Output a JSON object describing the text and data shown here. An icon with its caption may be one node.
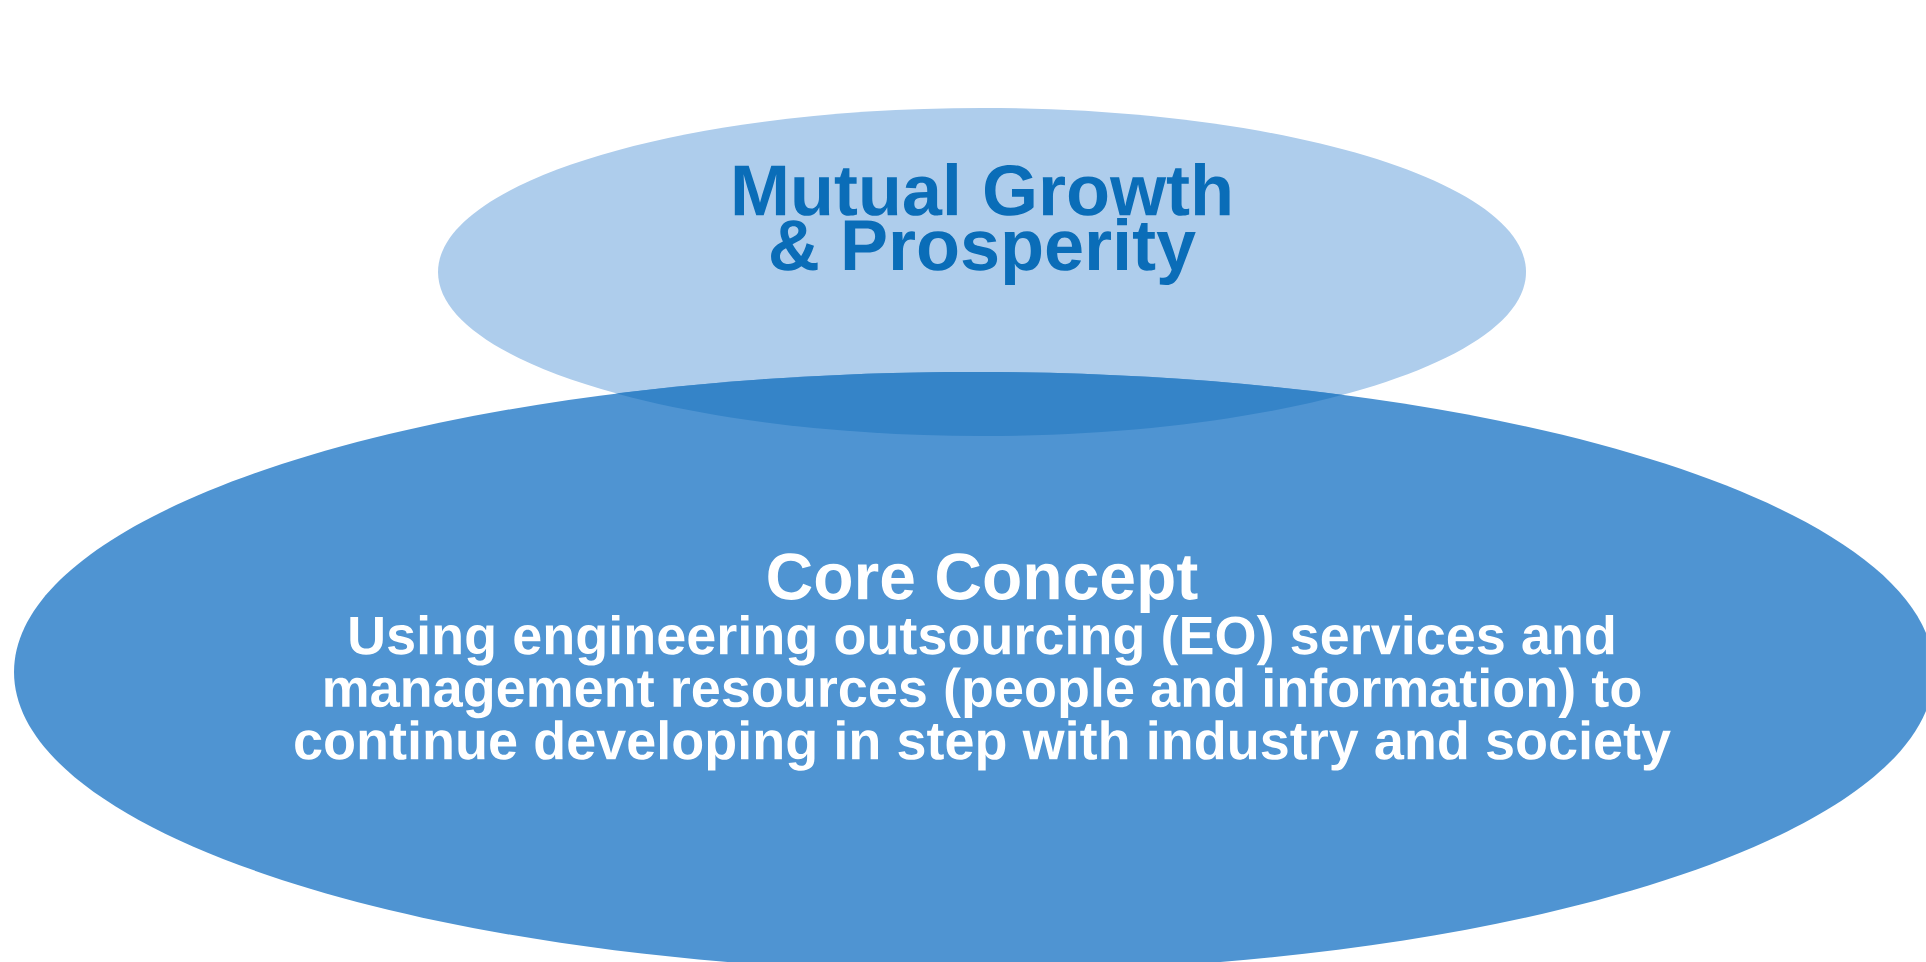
{
  "diagram": {
    "nodes": [
      {
        "text": [
          "Mutual Growth & Prosperity"
        ]
      },
      {
        "text": [
          "Core Concept",
          "Using engineering outsourcing (EO) services and management resources (people and information) to continue developing in step with industry and society"
        ]
      }
    ]
  }
}
